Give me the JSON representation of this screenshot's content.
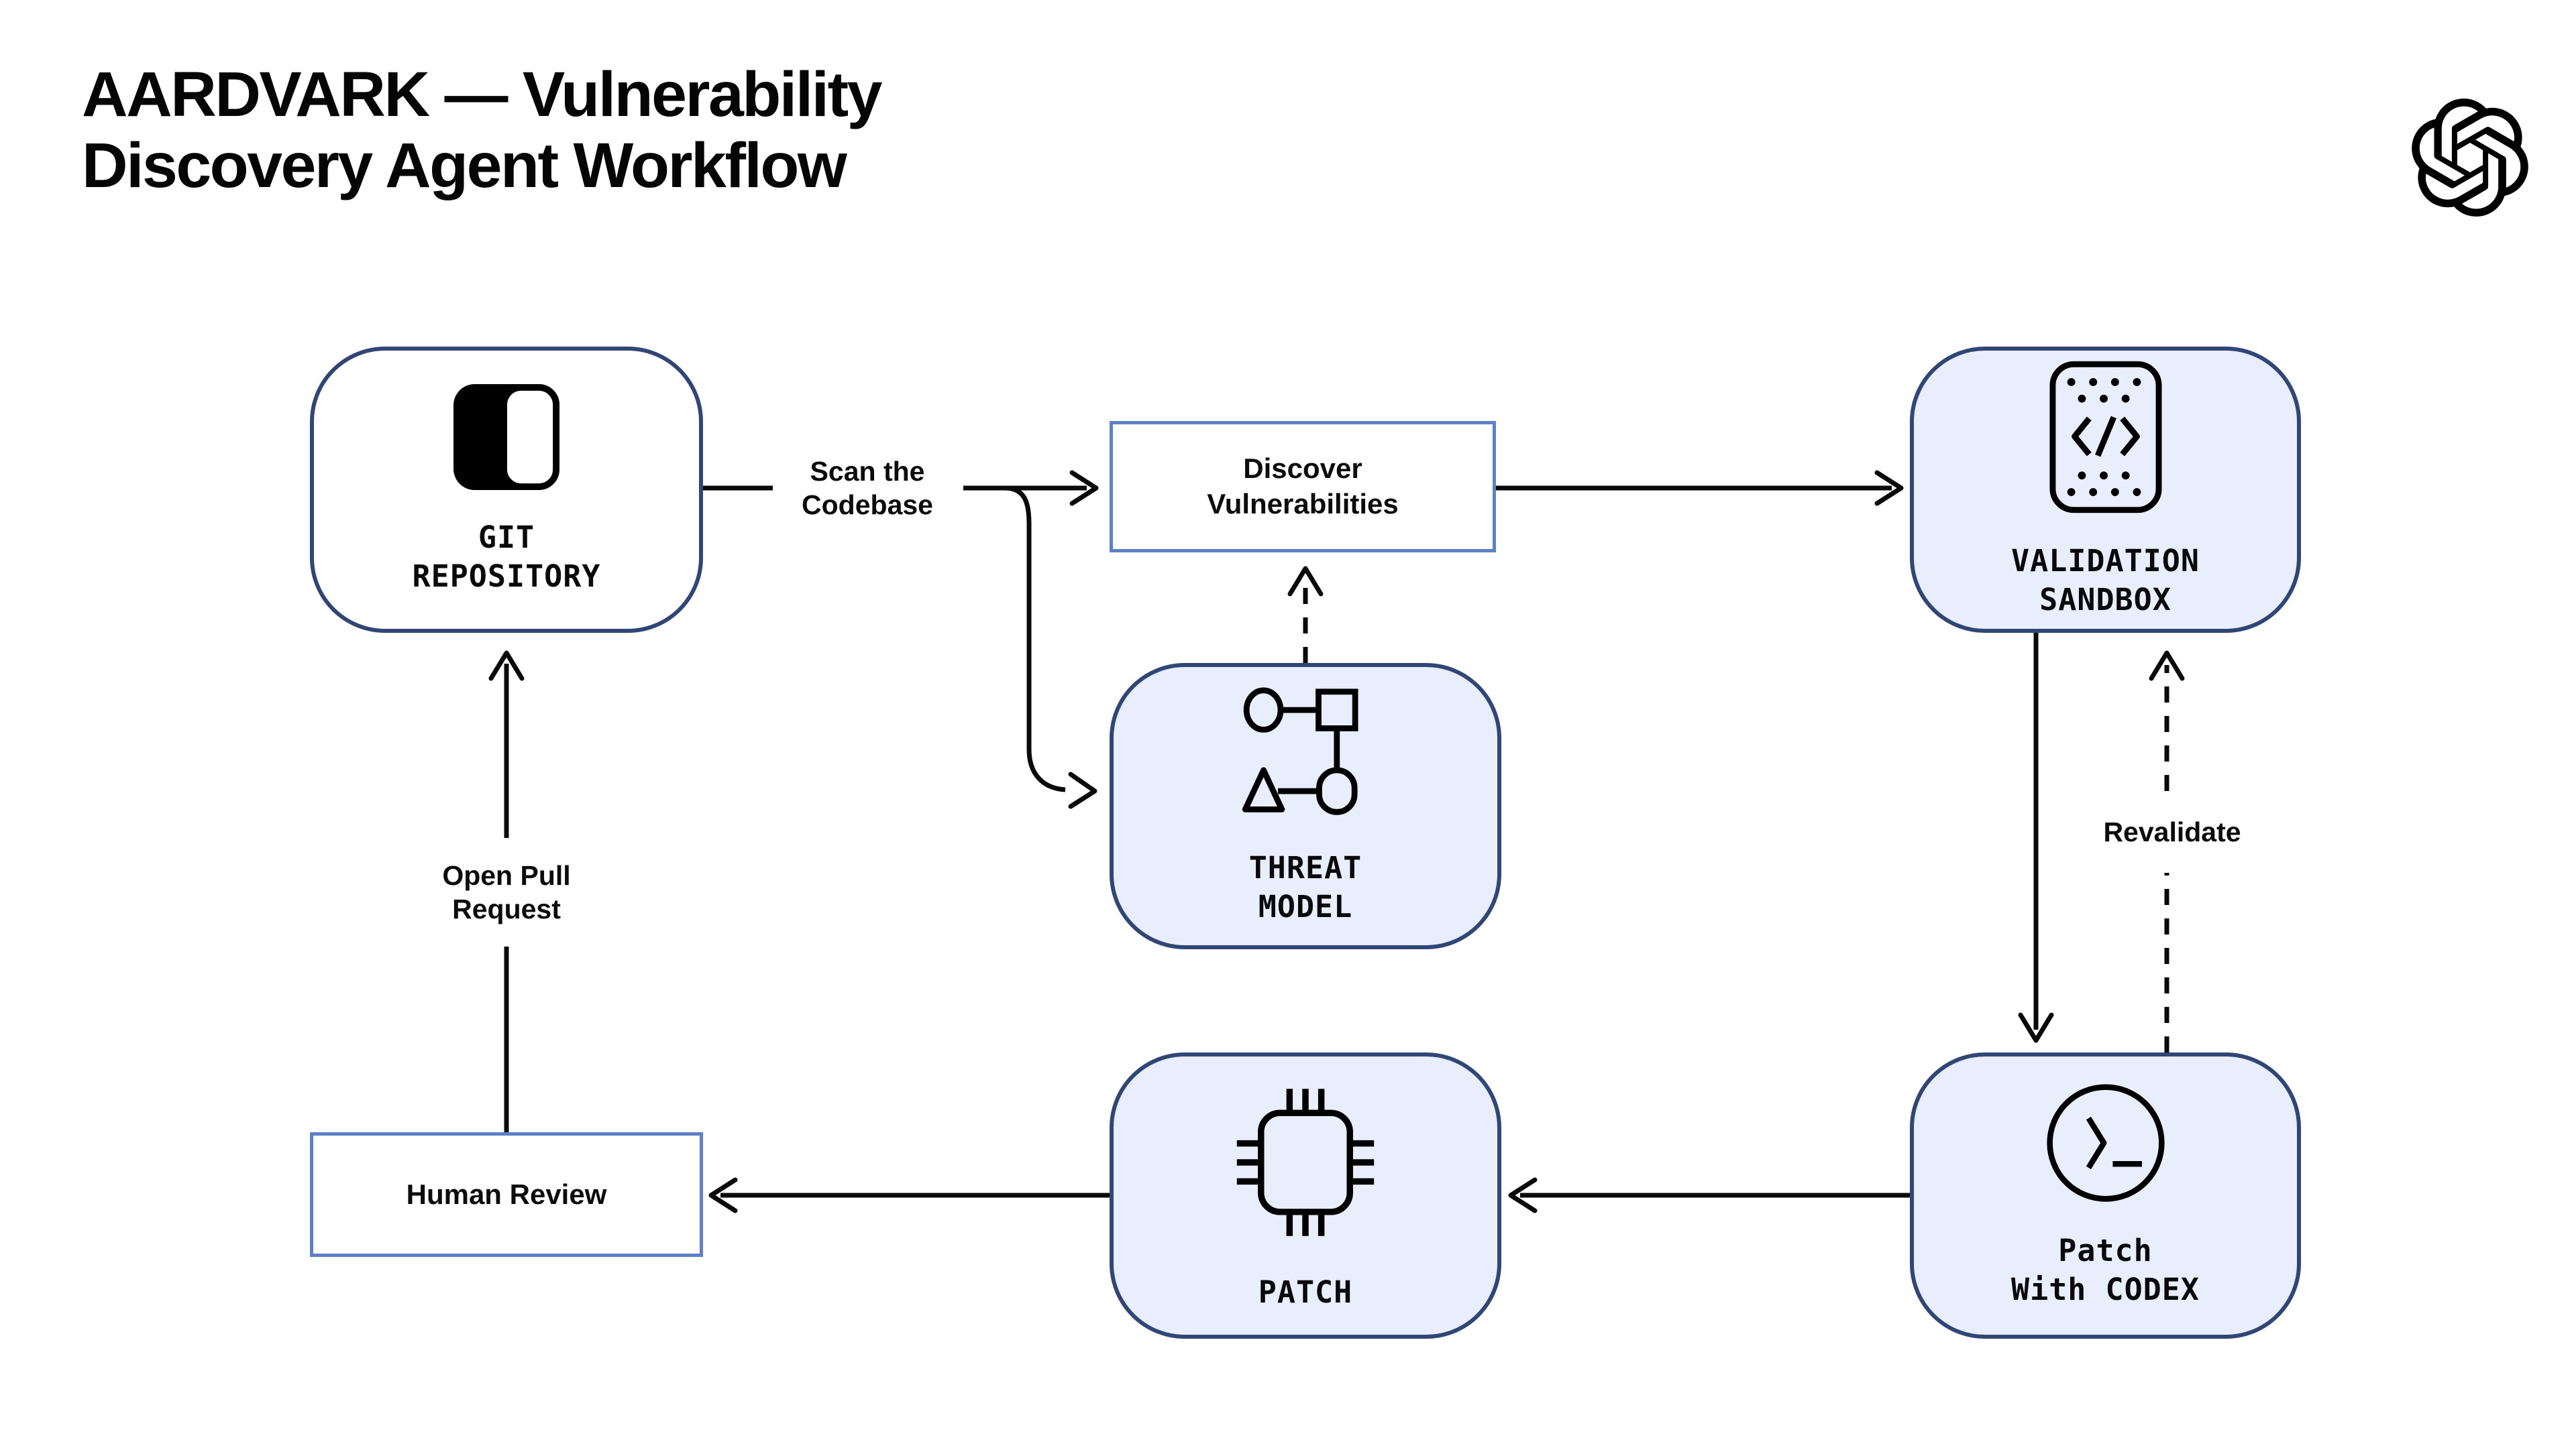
{
  "title": {
    "lines": [
      "AARDVARK — Vulnerability",
      "Discovery Agent Workflow"
    ]
  },
  "brand": {
    "logo": "openai-logo"
  },
  "nodes": {
    "git": {
      "lines": [
        "GIT",
        "REPOSITORY"
      ],
      "icon": "repository-icon"
    },
    "discover": {
      "lines": [
        "Discover",
        "Vulnerabilities"
      ]
    },
    "threat": {
      "lines": [
        "THREAT",
        "MODEL"
      ],
      "icon": "threat-model-icon"
    },
    "sandbox": {
      "lines": [
        "VALIDATION",
        "SANDBOX"
      ],
      "icon": "sandbox-code-icon"
    },
    "codex": {
      "lines": [
        "Patch",
        "With CODEX"
      ],
      "icon": "terminal-icon"
    },
    "patch": {
      "lines": [
        "PATCH"
      ],
      "icon": "chip-icon"
    },
    "human": {
      "lines": [
        "Human Review"
      ]
    }
  },
  "edge_labels": {
    "scan": {
      "lines": [
        "Scan the",
        "Codebase"
      ]
    },
    "open_pr": {
      "lines": [
        "Open Pull",
        "Request"
      ]
    },
    "revalidate": "Revalidate"
  },
  "colors": {
    "stage_border": "#2f4678",
    "stage_fill": "#e9eefc",
    "process_border": "#5b80d1",
    "arrow": "#0a0a0a",
    "text": "#000000",
    "background": "#ffffff"
  }
}
